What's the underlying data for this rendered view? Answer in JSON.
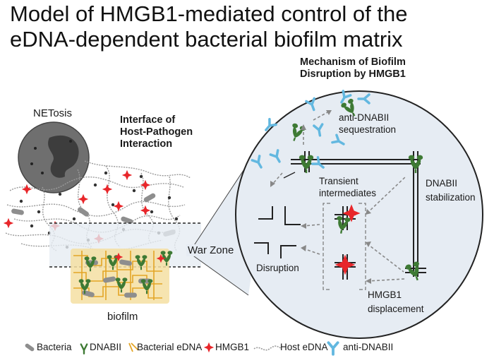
{
  "title_lines": [
    "Model of HMGB1-mediated control of the",
    "eDNA-dependent bacterial biofilm matrix"
  ],
  "left": {
    "netosis": "NETosis",
    "interface": [
      "Interface of",
      "Host-Pathogen",
      "Interaction"
    ],
    "war_zone": "War Zone",
    "biofilm": "biofilm"
  },
  "mechanism": {
    "title": [
      "Mechanism of Biofilm",
      "Disruption by HMGB1"
    ],
    "sequestration": [
      "anti-DNABII",
      "sequestration"
    ],
    "transient": [
      "Transient",
      "intermediates"
    ],
    "stabilization": [
      "DNABII",
      "stabilization"
    ],
    "disruption": "Disruption",
    "displacement": [
      "HMGB1",
      "displacement"
    ]
  },
  "legend": [
    "Bacteria",
    "DNABII",
    "Bacterial eDNA",
    "HMGB1",
    "Host eDNA",
    "anti-DNABII"
  ],
  "colors": {
    "hmgb1_red": "#e8262a",
    "dnabii_green": "#3e7a34",
    "antibody_blue": "#63b8e0",
    "edna_gold": "#e3a526",
    "circle_bg": "#e6ecf3",
    "netosis_gray": "#6f6f6f"
  }
}
